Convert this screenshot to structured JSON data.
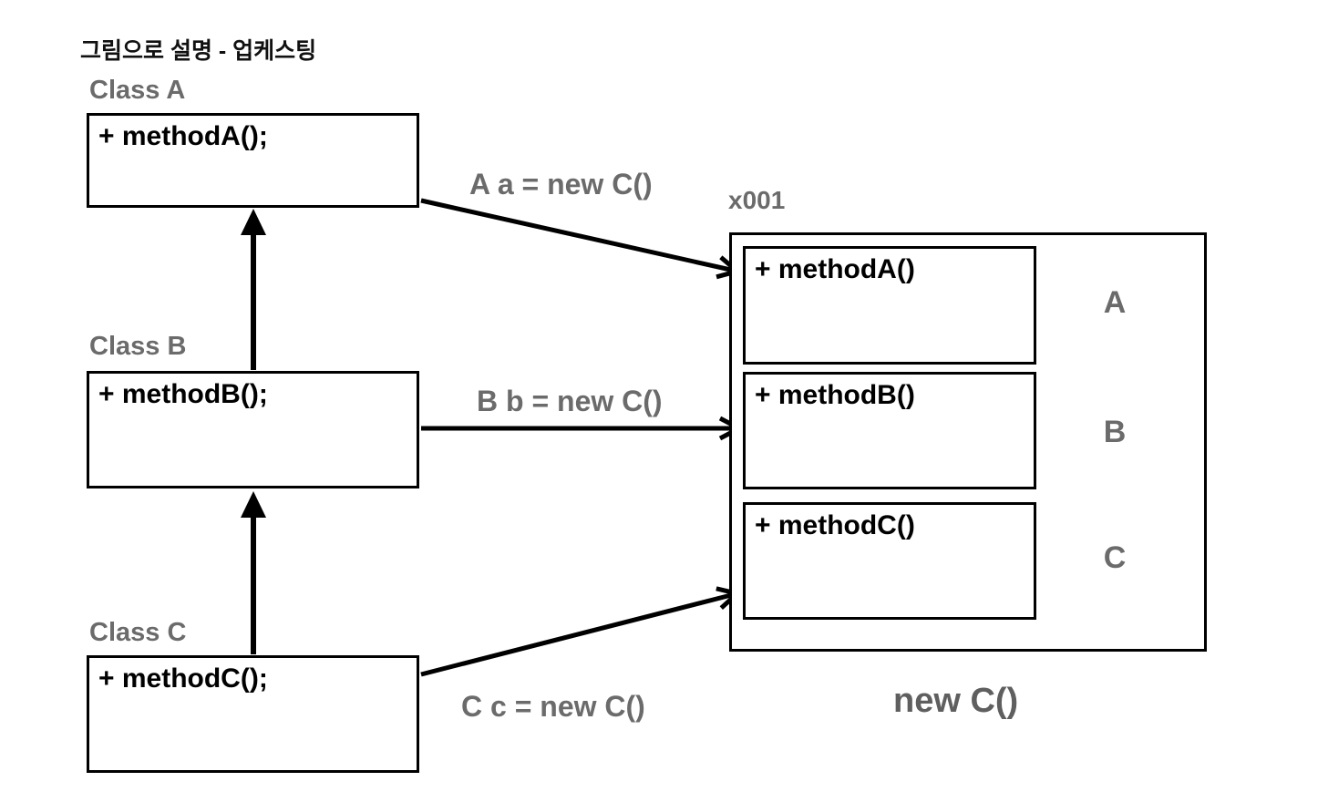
{
  "title": "그림으로 설명 - 업케스팅",
  "colors": {
    "background": "#ffffff",
    "line_black": "#000000",
    "label_gray": "#6b6b6b"
  },
  "classes": [
    {
      "name": "Class A",
      "member": "+ methodA();"
    },
    {
      "name": "Class B",
      "member": "+ methodB();"
    },
    {
      "name": "Class C",
      "member": "+ methodC();"
    }
  ],
  "assignments": [
    "A a = new C()",
    "B b = new C()",
    "C c = new C()"
  ],
  "object_box": {
    "address": "x001",
    "caption": "new C()",
    "slots": [
      {
        "member": "+ methodA()",
        "origin": "A"
      },
      {
        "member": "+ methodB()",
        "origin": "B"
      },
      {
        "member": "+ methodC()",
        "origin": "C"
      }
    ]
  }
}
